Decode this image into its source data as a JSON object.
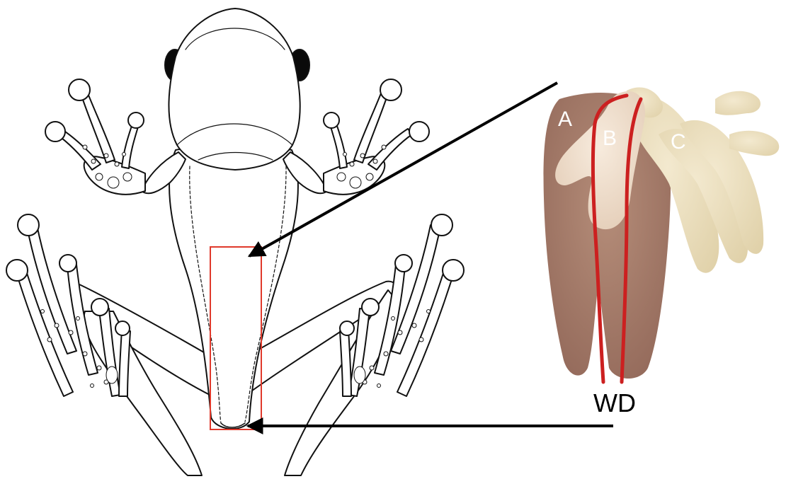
{
  "labels": {
    "a": "A",
    "b": "B",
    "c": "C",
    "wd": "WD"
  },
  "colors": {
    "outline": "#111111",
    "skin": "#ffffff",
    "eye": "#0a0a0a",
    "highlight_box": "#e0392b",
    "organ_a": "#a47c69",
    "organ_b": "#efdcc8",
    "organ_c": "#ece0bf",
    "duct": "#cc2020",
    "arrow": "#000000"
  },
  "icons": {
    "frog": "frog-ventral-illustration",
    "detail": "urogenital-detail-illustration"
  }
}
